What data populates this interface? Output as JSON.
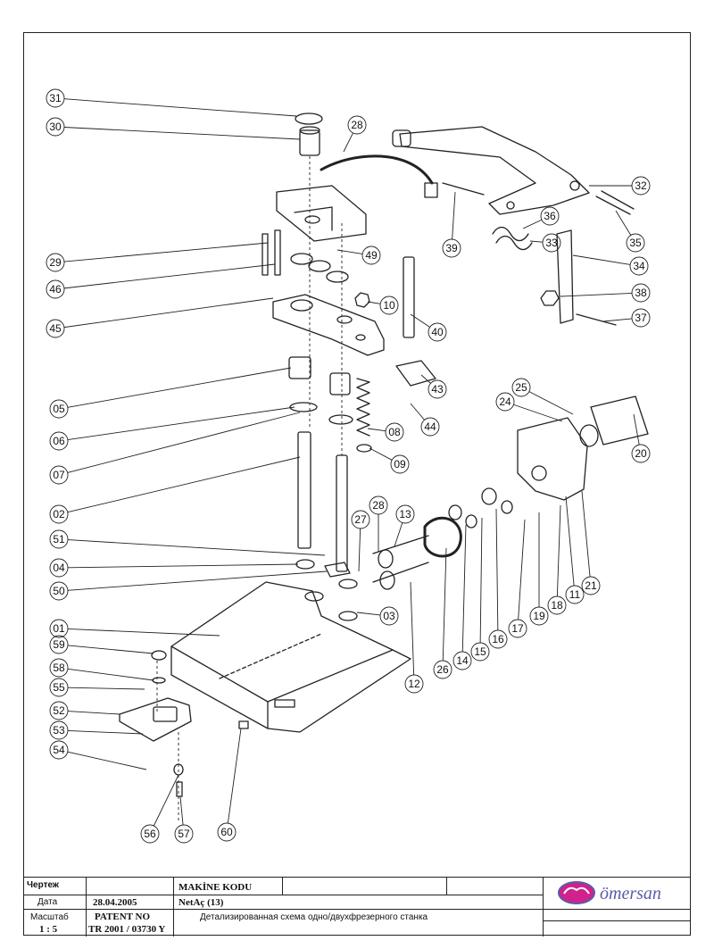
{
  "drawing": {
    "callouts": [
      {
        "label": "31"
      },
      {
        "label": "30"
      },
      {
        "label": "28"
      },
      {
        "label": "32"
      },
      {
        "label": "36"
      },
      {
        "label": "33"
      },
      {
        "label": "35"
      },
      {
        "label": "34"
      },
      {
        "label": "39"
      },
      {
        "label": "38"
      },
      {
        "label": "37"
      },
      {
        "label": "49"
      },
      {
        "label": "29"
      },
      {
        "label": "46"
      },
      {
        "label": "45"
      },
      {
        "label": "10"
      },
      {
        "label": "40"
      },
      {
        "label": "43"
      },
      {
        "label": "44"
      },
      {
        "label": "05"
      },
      {
        "label": "06"
      },
      {
        "label": "07"
      },
      {
        "label": "08"
      },
      {
        "label": "09"
      },
      {
        "label": "25"
      },
      {
        "label": "24"
      },
      {
        "label": "20"
      },
      {
        "label": "02"
      },
      {
        "label": "27"
      },
      {
        "label": "28"
      },
      {
        "label": "13"
      },
      {
        "label": "51"
      },
      {
        "label": "04"
      },
      {
        "label": "50"
      },
      {
        "label": "03"
      },
      {
        "label": "01"
      },
      {
        "label": "59"
      },
      {
        "label": "58"
      },
      {
        "label": "55"
      },
      {
        "label": "52"
      },
      {
        "label": "53"
      },
      {
        "label": "54"
      },
      {
        "label": "12"
      },
      {
        "label": "26"
      },
      {
        "label": "14"
      },
      {
        "label": "15"
      },
      {
        "label": "16"
      },
      {
        "label": "17"
      },
      {
        "label": "19"
      },
      {
        "label": "18"
      },
      {
        "label": "11"
      },
      {
        "label": "21"
      },
      {
        "label": "56"
      },
      {
        "label": "57"
      },
      {
        "label": "60"
      }
    ]
  },
  "title_block": {
    "label_drawing": "Чертеж",
    "label_date": "Дата",
    "label_scale": "Масштаб",
    "scale_value": "1 : 5",
    "date_value": "28.04.2005",
    "patent_label": "PATENT NO",
    "patent_value": "TR 2001 / 03730 Y",
    "machine_code_label": "MAKİNE KODU",
    "machine_code_value": "NetAç (13)",
    "description": "Детализированная схема одно/двухфрезерного станка",
    "brand": "ömersan",
    "colors": {
      "brand": "#5a5aa8",
      "logo_fill": "#d0218c"
    }
  }
}
